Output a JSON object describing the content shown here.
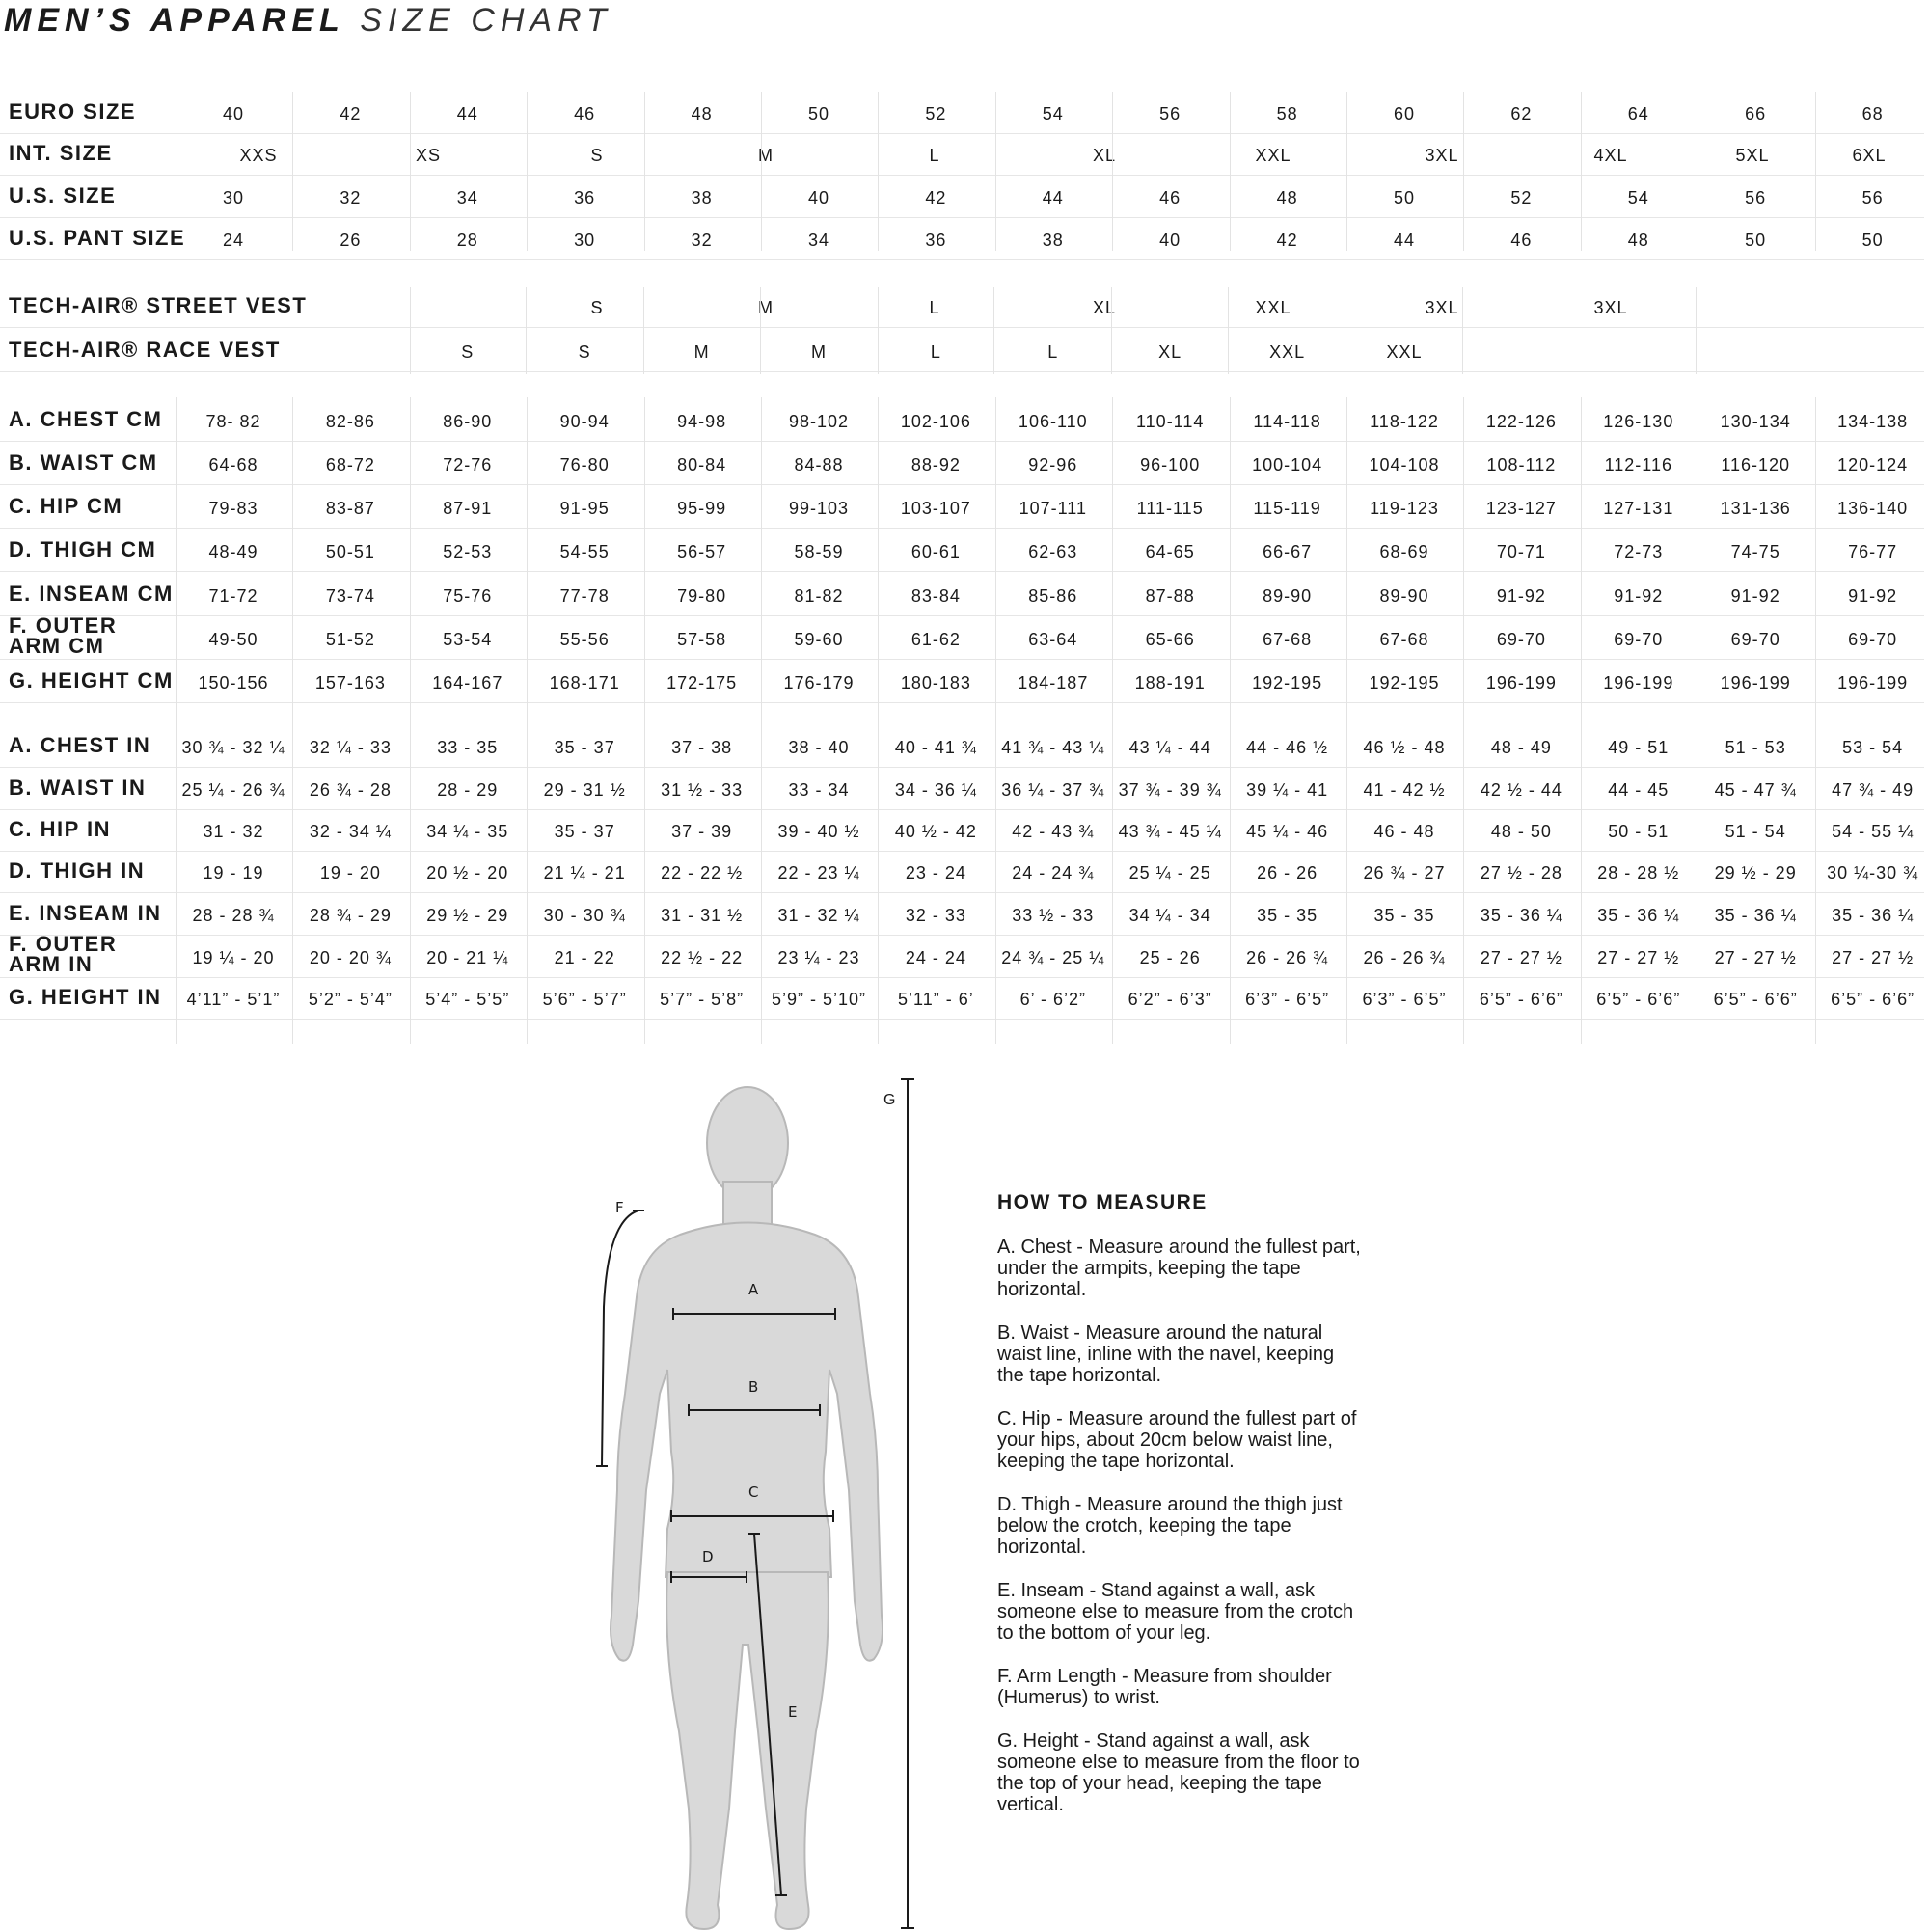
{
  "title": {
    "bold": "MEN’S APPAREL",
    "light": "SIZE CHART"
  },
  "size_rows": [
    {
      "label": "EURO SIZE",
      "values": [
        "40",
        "42",
        "44",
        "46",
        "48",
        "50",
        "52",
        "54",
        "56",
        "58",
        "60",
        "62",
        "64",
        "66",
        "68"
      ]
    },
    {
      "label": "INT. SIZE",
      "values": [
        "XXS",
        "XS",
        "S",
        "M",
        "L",
        "XL",
        "XXL",
        "3XL",
        "4XL",
        "5XL",
        "6XL"
      ]
    },
    {
      "label": "U.S. SIZE",
      "values": [
        "30",
        "32",
        "34",
        "36",
        "38",
        "40",
        "42",
        "44",
        "46",
        "48",
        "50",
        "52",
        "54",
        "56",
        "56"
      ]
    },
    {
      "label": "U.S. PANT SIZE",
      "values": [
        "24",
        "26",
        "28",
        "30",
        "32",
        "34",
        "36",
        "38",
        "40",
        "42",
        "44",
        "46",
        "48",
        "50",
        "50"
      ]
    }
  ],
  "vest_rows": [
    {
      "label": "TECH-AIR® STREET VEST",
      "values": [
        "S",
        "M",
        "L",
        "XL",
        "XXL",
        "3XL",
        "3XL"
      ]
    },
    {
      "label": "TECH-AIR® RACE VEST",
      "values": [
        "S",
        "S",
        "M",
        "M",
        "L",
        "L",
        "XL",
        "XXL",
        "XXL"
      ]
    }
  ],
  "cm_rows": [
    {
      "label": "A. CHEST CM",
      "values": [
        "78- 82",
        "82-86",
        "86-90",
        "90-94",
        "94-98",
        "98-102",
        "102-106",
        "106-110",
        "110-114",
        "114-118",
        "118-122",
        "122-126",
        "126-130",
        "130-134",
        "134-138"
      ]
    },
    {
      "label": "B. WAIST CM",
      "values": [
        "64-68",
        "68-72",
        "72-76",
        "76-80",
        "80-84",
        "84-88",
        "88-92",
        "92-96",
        "96-100",
        "100-104",
        "104-108",
        "108-112",
        "112-116",
        "116-120",
        "120-124"
      ]
    },
    {
      "label": "C. HIP CM",
      "values": [
        "79-83",
        "83-87",
        "87-91",
        "91-95",
        "95-99",
        "99-103",
        "103-107",
        "107-111",
        "111-115",
        "115-119",
        "119-123",
        "123-127",
        "127-131",
        "131-136",
        "136-140"
      ]
    },
    {
      "label": "D. THIGH CM",
      "values": [
        "48-49",
        "50-51",
        "52-53",
        "54-55",
        "56-57",
        "58-59",
        "60-61",
        "62-63",
        "64-65",
        "66-67",
        "68-69",
        "70-71",
        "72-73",
        "74-75",
        "76-77"
      ]
    },
    {
      "label": "E. INSEAM CM",
      "values": [
        "71-72",
        "73-74",
        "75-76",
        "77-78",
        "79-80",
        "81-82",
        "83-84",
        "85-86",
        "87-88",
        "89-90",
        "89-90",
        "91-92",
        "91-92",
        "91-92",
        "91-92"
      ]
    },
    {
      "label": "F. OUTER ARM CM",
      "values": [
        "49-50",
        "51-52",
        "53-54",
        "55-56",
        "57-58",
        "59-60",
        "61-62",
        "63-64",
        "65-66",
        "67-68",
        "67-68",
        "69-70",
        "69-70",
        "69-70",
        "69-70"
      ]
    },
    {
      "label": "G. HEIGHT CM",
      "values": [
        "150-156",
        "157-163",
        "164-167",
        "168-171",
        "172-175",
        "176-179",
        "180-183",
        "184-187",
        "188-191",
        "192-195",
        "192-195",
        "196-199",
        "196-199",
        "196-199",
        "196-199"
      ]
    }
  ],
  "in_rows": [
    {
      "label": "A. CHEST IN",
      "values": [
        "30 ¾ - 32 ¼",
        "32 ¼ - 33",
        "33   - 35",
        "35   - 37",
        "37 - 38",
        "38   - 40",
        "40   - 41 ¾",
        "41 ¾ - 43 ¼",
        "43 ¼ - 44",
        "44   - 46 ½",
        "46 ½ - 48",
        "48 - 49",
        "49   - 51",
        "51   - 53",
        "53   - 54"
      ]
    },
    {
      "label": "B. WAIST IN",
      "values": [
        "25 ¼ - 26 ¾",
        "26 ¾ - 28",
        "28   - 29",
        "29   - 31 ½",
        "31 ½ - 33",
        "33   - 34",
        "34   - 36 ¼",
        "36 ¼ - 37 ¾",
        "37 ¾ - 39 ¾",
        "39 ¼ - 41",
        "41 - 42 ½",
        "42 ½ - 44",
        "44   - 45",
        "45   - 47 ¾",
        "47 ¾ - 49"
      ]
    },
    {
      "label": "C. HIP IN",
      "values": [
        "31   - 32",
        "32   - 34 ¼",
        "34 ¼ - 35",
        "35   - 37",
        "37   - 39",
        "39 - 40 ½",
        "40 ½ - 42",
        "42   - 43 ¾",
        "43 ¾ - 45 ¼",
        "45 ¼ - 46",
        "46   - 48",
        "48   - 50",
        "50 - 51",
        "51   - 54",
        "54   - 55 ¼"
      ]
    },
    {
      "label": "D. THIGH IN",
      "values": [
        "19   - 19",
        "19   - 20",
        "20 ½ - 20",
        "21 ¼ - 21",
        "22 - 22 ½",
        "22   - 23 ¼",
        "23   - 24",
        "24   - 24 ¾",
        "25 ¼ - 25",
        "26 - 26",
        "26 ¾ - 27",
        "27 ½ - 28",
        "28   - 28 ½",
        "29 ½ - 29",
        "30 ¼-30 ¾"
      ]
    },
    {
      "label": "E. INSEAM IN",
      "values": [
        "28 - 28 ¾",
        "28 ¾ - 29",
        "29 ½ - 29",
        "30   - 30 ¾",
        "31   - 31 ½",
        "31   - 32 ¼",
        "32   - 33",
        "33 ½ - 33",
        "34 ¼ - 34",
        "35 - 35",
        "35 - 35",
        "35   - 36 ¼",
        "35   - 36 ¼",
        "35   - 36 ¼",
        "35   - 36 ¼"
      ]
    },
    {
      "label": "F. OUTER ARM IN",
      "values": [
        "19 ¼ - 20",
        "20   - 20 ¾",
        "20   - 21 ¼",
        "21   - 22",
        "22 ½ - 22",
        "23 ¼ - 23",
        "24 - 24",
        "24 ¾ - 25 ¼",
        "25   - 26",
        "26   - 26 ¾",
        "26   - 26 ¾",
        "27   - 27 ½",
        "27   - 27 ½",
        "27   - 27 ½",
        "27   - 27 ½"
      ]
    },
    {
      "label": "G. HEIGHT IN",
      "values": [
        "4’11” - 5’1”",
        "5’2” - 5’4”",
        "5’4” - 5’5”",
        "5’6” - 5’7”",
        "5’7” - 5’8”",
        "5’9” - 5’10”",
        "5’11” - 6’",
        "6’ - 6’2”",
        "6’2” - 6’3”",
        "6’3” - 6’5”",
        "6’3” - 6’5”",
        "6’5” - 6’6”",
        "6’5” - 6’6”",
        "6’5” - 6’6”",
        "6’5” - 6’6”"
      ]
    }
  ],
  "diagram": {
    "labels": {
      "a": "A",
      "b": "B",
      "c": "C",
      "d": "D",
      "e": "E",
      "f": "F",
      "g": "G"
    }
  },
  "instructions": {
    "header": "HOW TO MEASURE",
    "items": [
      "A. Chest - Measure around the fullest part, under the armpits, keeping the tape horizontal.",
      "B. Waist - Measure around the natural waist line, inline with the navel, keeping the tape horizontal.",
      "C. Hip - Measure around the fullest part of your hips, about 20cm below waist line, keeping the tape horizontal.",
      "D. Thigh - Measure around the thigh just below the crotch, keeping the tape horizontal.",
      "E. Inseam - Stand against a wall, ask someone else to measure from the crotch to the bottom of your leg.",
      "F. Arm Length - Measure from shoulder (Humerus) to wrist.",
      "G. Height - Stand against a wall, ask someone else to measure from the floor to the top of your head, keeping the tape vertical."
    ]
  }
}
